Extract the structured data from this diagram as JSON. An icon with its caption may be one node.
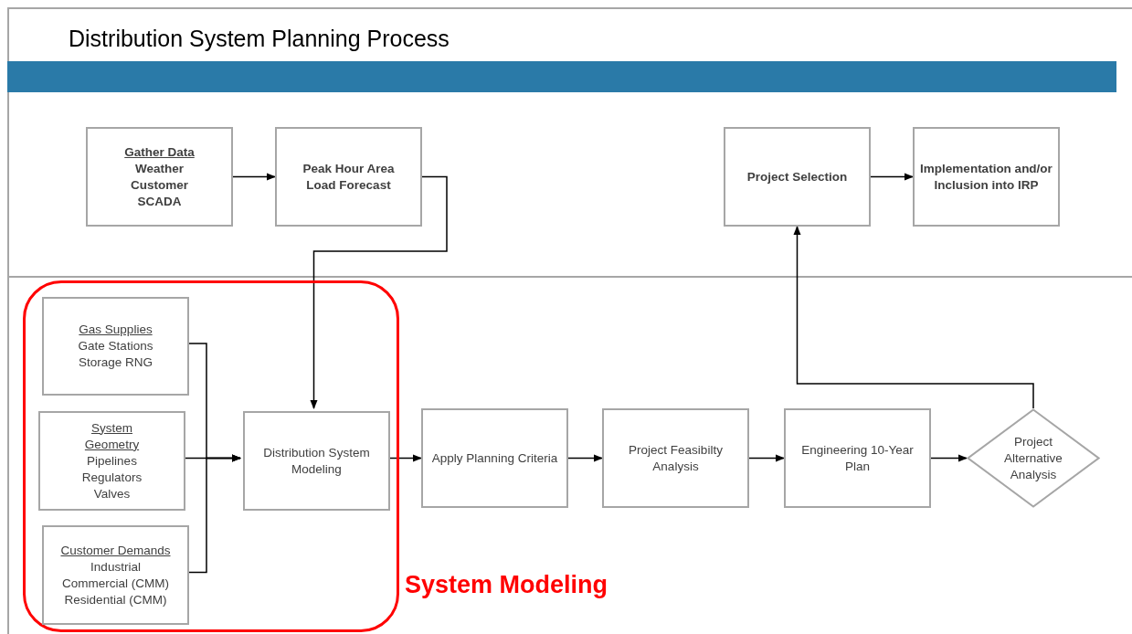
{
  "diagram": {
    "title": "Distribution System Planning Process",
    "nodes": [
      {
        "text": [
          "Gather Data",
          "Weather Customer SCADA"
        ]
      },
      {
        "text": [
          "Peak Hour Area Load Forecast"
        ]
      },
      {
        "text": [
          "Project Selection"
        ]
      },
      {
        "text": [
          "Implementation and/or Inclusion into IRP"
        ]
      },
      {
        "text": [
          "System Modeling"
        ]
      },
      {
        "text": [
          "Gas Supplies",
          "Gate Stations Storage RNG"
        ],
        "in": 4
      },
      {
        "text": [
          "System Geometry",
          "Pipelines Regulators Valves"
        ],
        "in": 4
      },
      {
        "text": [
          "Customer Demands",
          "Industrial Commercial (CMM) Residential (CMM)"
        ],
        "in": 4
      },
      {
        "text": [
          "Distribution System Modeling"
        ],
        "in": 4
      },
      {
        "text": [
          "Apply Planning Criteria"
        ]
      },
      {
        "text": [
          "Project Feasibilty Analysis"
        ]
      },
      {
        "text": [
          "Engineering 10-Year Plan"
        ]
      },
      {
        "text": [
          "Project Alternative Analysis"
        ]
      }
    ],
    "edges": [
      {
        "from": 0,
        "to": 1,
        "arrow": "to"
      },
      {
        "from": 1,
        "to": 8,
        "arrow": "to"
      },
      {
        "from": 5,
        "to": 8,
        "arrow": "to"
      },
      {
        "from": 6,
        "to": 8,
        "arrow": "to"
      },
      {
        "from": 7,
        "to": 8,
        "arrow": "to"
      },
      {
        "from": 8,
        "to": 9,
        "arrow": "to"
      },
      {
        "from": 9,
        "to": 10,
        "arrow": "to"
      },
      {
        "from": 10,
        "to": 11,
        "arrow": "to"
      },
      {
        "from": 11,
        "to": 12,
        "arrow": "to"
      },
      {
        "from": 12,
        "to": 2,
        "arrow": "to"
      },
      {
        "from": 2,
        "to": 3,
        "arrow": "to"
      }
    ]
  }
}
